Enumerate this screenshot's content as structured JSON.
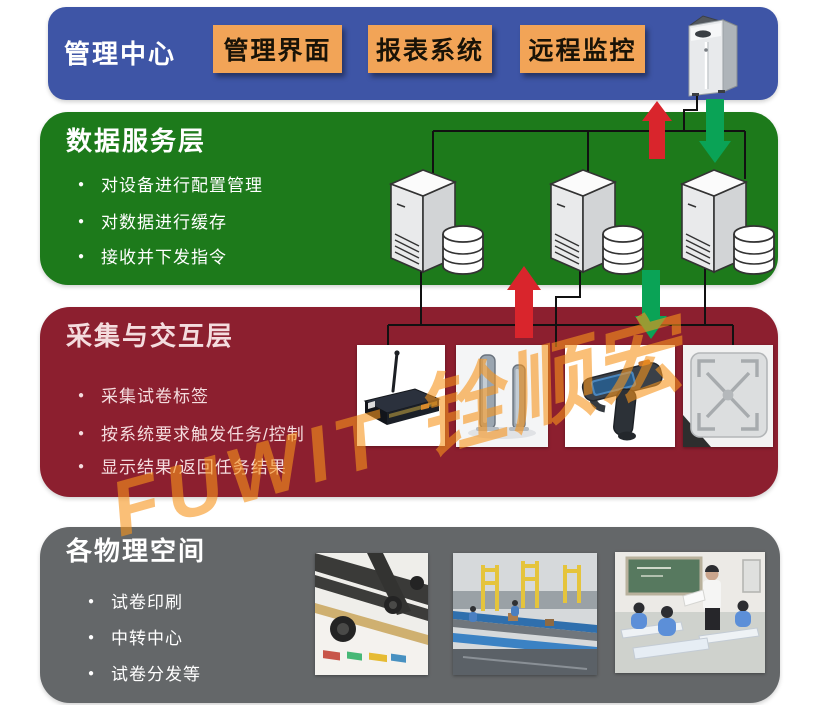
{
  "watermark": {
    "text_latin": "FUWIT",
    "text_cjk": "铨顺宏",
    "color": "#F7941E"
  },
  "layers": {
    "management": {
      "title": "管理中心",
      "bg": "#3E55A6",
      "buttons": [
        {
          "label": "管理界面"
        },
        {
          "label": "报表系统"
        },
        {
          "label": "远程监控"
        }
      ],
      "icon": "pc-tower"
    },
    "data_service": {
      "title": "数据服务层",
      "bg": "#1D7A1B",
      "bullets": [
        "对设备进行配置管理",
        "对数据进行缓存",
        "接收并下发指令"
      ],
      "icons": [
        "server-database",
        "server-database",
        "server-database"
      ]
    },
    "collection": {
      "title": "采集与交互层",
      "bg": "#8C1F2F",
      "bullets": [
        "采集试卷标签",
        "按系统要求触发任务/控制",
        "显示结果/返回任务结果"
      ],
      "devices": [
        "rfid-fixed-reader",
        "rfid-gate-antennas",
        "rfid-handheld-reader",
        "rfid-antenna-panel"
      ]
    },
    "physical": {
      "title": "各物理空间",
      "bg": "#646769",
      "bullets": [
        "试卷印刷",
        "中转中心",
        "试卷分发等"
      ],
      "photos": [
        "printing-press",
        "sorting-center",
        "classroom"
      ]
    }
  },
  "arrows": {
    "upload_color": "#D9252C",
    "download_color": "#0AA356"
  },
  "line_color": "#111111"
}
